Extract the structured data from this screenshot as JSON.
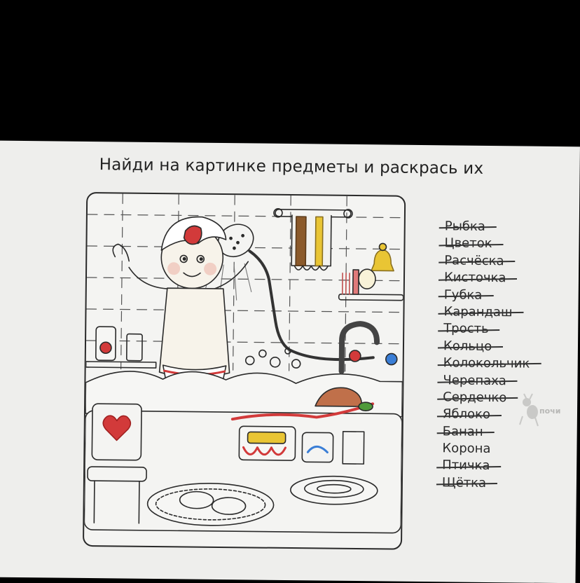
{
  "title": "Найди на картинке предметы и раскрась их",
  "words": [
    {
      "label": "Рыбка",
      "crossed": true
    },
    {
      "label": "Цветок",
      "crossed": true
    },
    {
      "label": "Расчёска",
      "crossed": true
    },
    {
      "label": "Кисточка",
      "crossed": true
    },
    {
      "label": "Губка",
      "crossed": true
    },
    {
      "label": "Карандаш",
      "crossed": true
    },
    {
      "label": "Трость",
      "crossed": true
    },
    {
      "label": "Кольцо",
      "crossed": true
    },
    {
      "label": "Колокольчик",
      "crossed": true
    },
    {
      "label": "Черепаха",
      "crossed": true
    },
    {
      "label": "Сердечко",
      "crossed": true
    },
    {
      "label": "Яблоко",
      "crossed": true
    },
    {
      "label": "Банан",
      "crossed": true
    },
    {
      "label": "Корона",
      "crossed": false
    },
    {
      "label": "Птичка",
      "crossed": true
    },
    {
      "label": "Щётка",
      "crossed": true
    }
  ],
  "watermark": "почи",
  "colors": {
    "background": "#000000",
    "paper": "#eeeeec",
    "ink": "#2a2a2a",
    "red": "#d23a3a",
    "pink": "#e46a6a",
    "yellow": "#e9c534",
    "blue": "#3a7ed6",
    "green": "#4f9a3a",
    "brown": "#8b5a2b"
  }
}
